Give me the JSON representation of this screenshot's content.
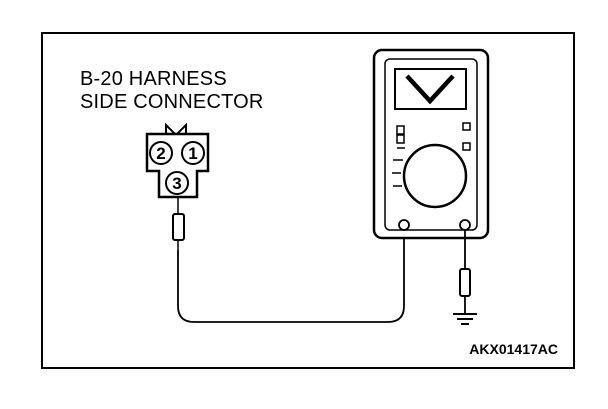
{
  "diagram": {
    "title_line1": "B-20 HARNESS",
    "title_line2": "SIDE CONNECTOR",
    "connector_pins": [
      "2",
      "1",
      "3"
    ],
    "meter_display_symbol": "V",
    "figure_code": "AKX01417AC"
  }
}
